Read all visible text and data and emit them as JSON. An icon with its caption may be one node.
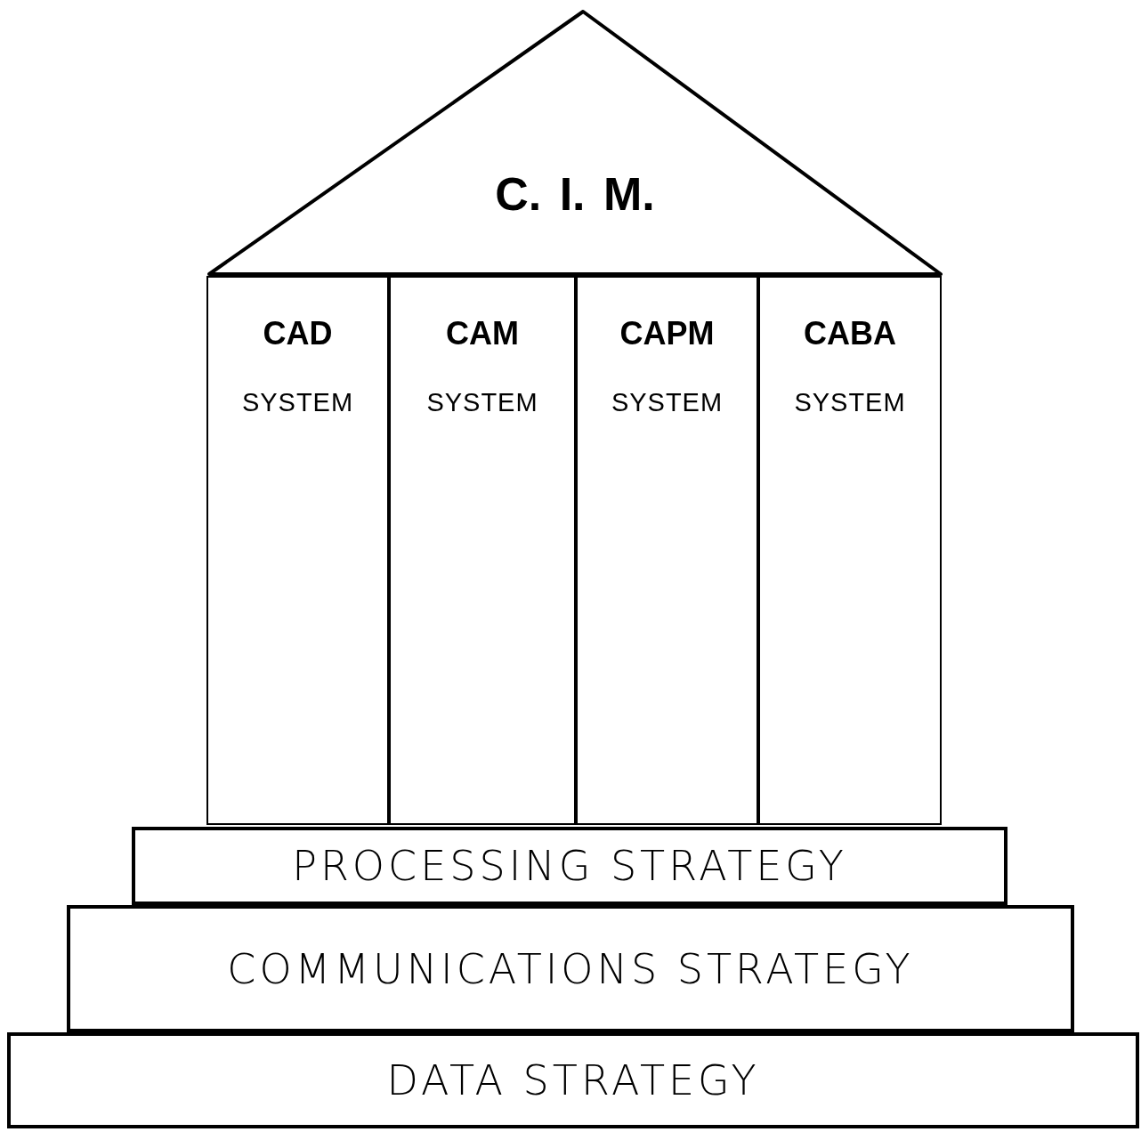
{
  "diagram": {
    "nodes": [
      {
        "text": [
          "C. I. M."
        ]
      },
      {
        "text": [
          "CAD",
          "SYSTEM"
        ]
      },
      {
        "text": [
          "CAM",
          "SYSTEM"
        ]
      },
      {
        "text": [
          "CAPM",
          "SYSTEM"
        ]
      },
      {
        "text": [
          "CABA",
          "SYSTEM"
        ]
      },
      {
        "text": [
          "PROCESSING STRATEGY"
        ]
      },
      {
        "text": [
          "COMMUNICATIONS STRATEGY"
        ]
      },
      {
        "text": [
          "DATA STRATEGY"
        ]
      }
    ]
  }
}
